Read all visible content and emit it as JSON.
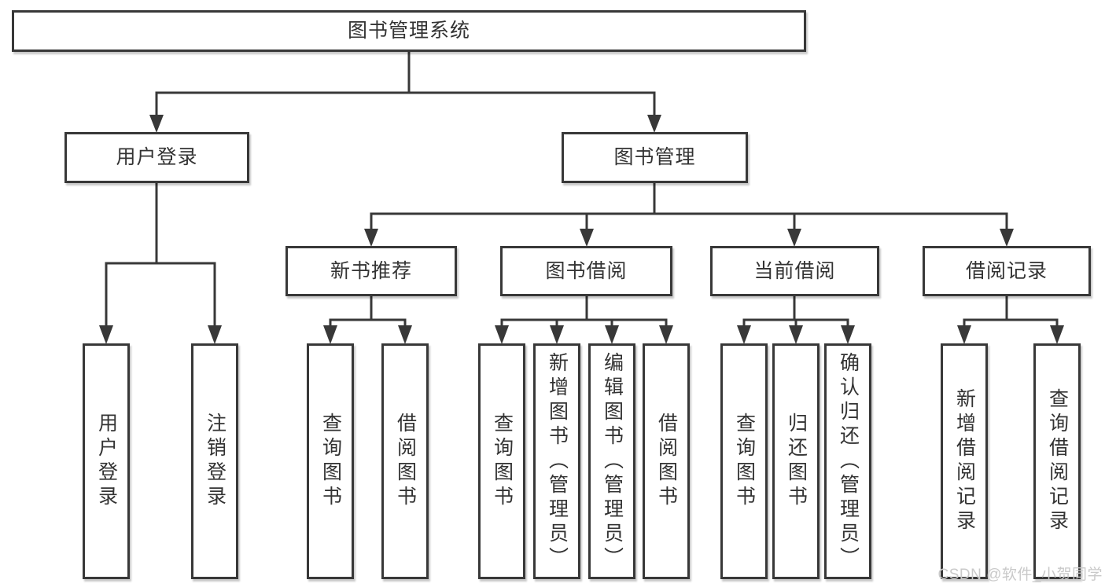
{
  "diagram": {
    "root": {
      "label": "图书管理系统"
    },
    "level2": [
      {
        "label": "用户登录",
        "leaves": [
          "用户登录",
          "注销登录"
        ]
      },
      {
        "label": "图书管理",
        "modules": [
          {
            "label": "新书推荐",
            "leaves": [
              "查询图书",
              "借阅图书"
            ]
          },
          {
            "label": "图书借阅",
            "leaves": [
              "查询图书",
              "新增图书（管理员）",
              "编辑图书（管理员）",
              "借阅图书"
            ]
          },
          {
            "label": "当前借阅",
            "leaves": [
              "查询图书",
              "归还图书",
              "确认归还（管理员）"
            ]
          },
          {
            "label": "借阅记录",
            "leaves": [
              "新增借阅记录",
              "查询借阅记录"
            ]
          }
        ]
      }
    ]
  },
  "watermark": {
    "text": "CSDN @软件_小贺同学"
  },
  "colors": {
    "line": "#383838",
    "text": "#333333",
    "box_background": "#ffffff",
    "watermark": "#c9c9c9",
    "background": "#ffffff"
  }
}
